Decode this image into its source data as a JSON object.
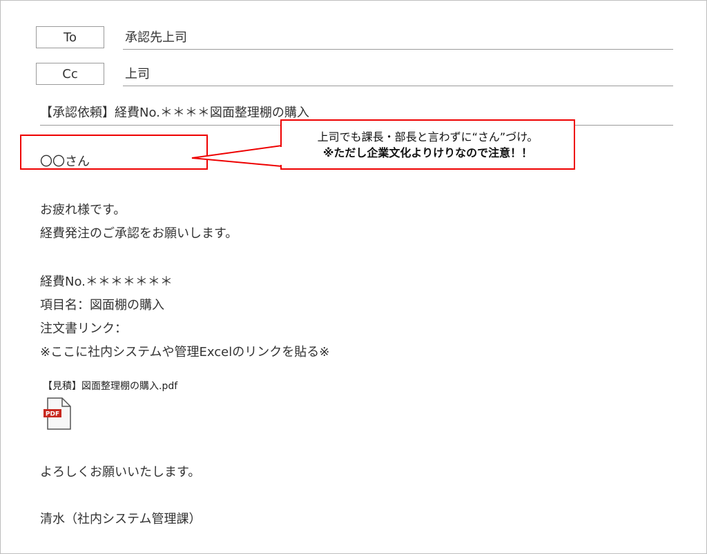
{
  "header": {
    "to_label": "To",
    "to_value": "承認先上司",
    "cc_label": "Cc",
    "cc_value": "上司",
    "subject": "【承認依頼】経費No.＊＊＊＊図面整理棚の購入"
  },
  "body": {
    "greeting": "〇〇さん",
    "lines": [
      "お疲れ様です。",
      "経費発注のご承認をお願いします。",
      "経費No.＊＊＊＊＊＊＊",
      "項目名：図面棚の購入",
      "注文書リンク：",
      "※ここに社内システムや管理Excelのリンクを貼る※"
    ],
    "attachment": {
      "name": "【見積】図面整理棚の購入.pdf",
      "icon": "pdf-file-icon",
      "badge": "PDF"
    },
    "closing": "よろしくお願いいたします。",
    "signature": "清水（社内システム管理課）"
  },
  "callout": {
    "line1": "上司でも課長・部長と言わずに“さん”づけ。",
    "line2": "※ただし企業文化よりけりなので注意！！",
    "color": "#ee0000"
  }
}
